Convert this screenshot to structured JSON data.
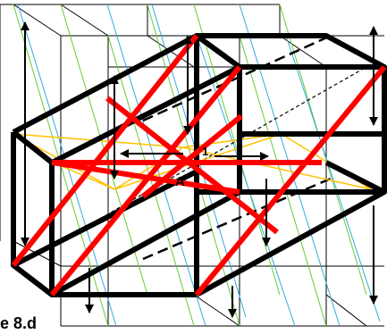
{
  "caption": "e 8.d",
  "labels": {
    "point_a": "A",
    "point_1": "1"
  },
  "colors": {
    "frame": "#000000",
    "diagonal": "#ff0000",
    "cross_link": "#ffc000",
    "back_diagonal_green": "#66cc33",
    "back_diagonal_blue": "#33aadd",
    "background": "#ffffff"
  }
}
